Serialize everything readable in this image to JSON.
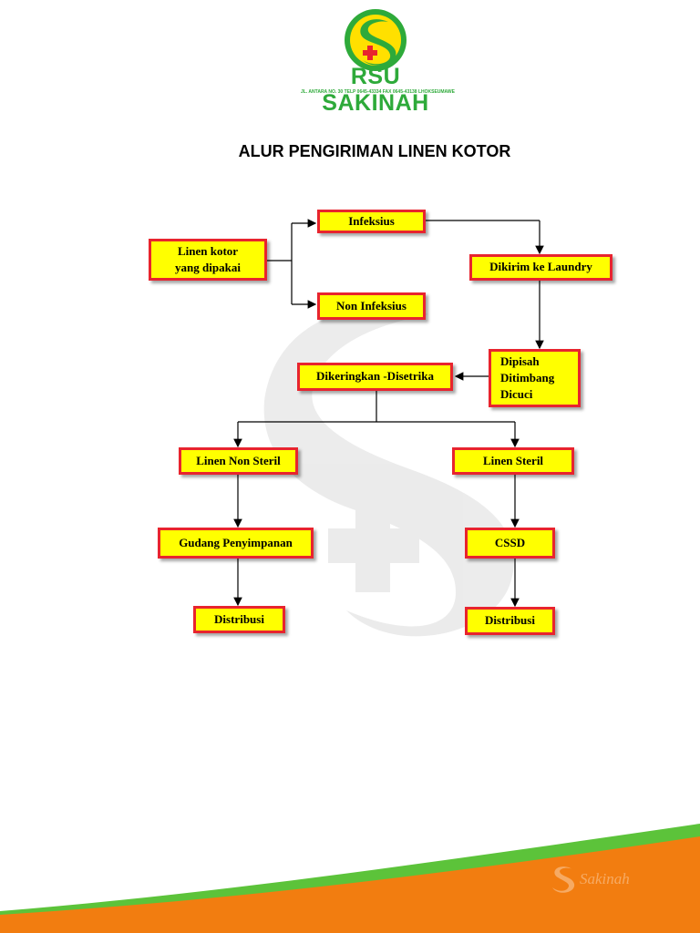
{
  "header": {
    "logo_name": "RSU SAKINAH",
    "logo_address": "JL. ANTARA NO. 30 TELP 0645-43334 FAX 0645-43138 LHOKSEUMAWE"
  },
  "title": "ALUR PENGIRIMAN LINEN KOTOR",
  "nodes": {
    "linen_kotor": "Linen kotor\nyang dipakai",
    "infeksius": "Infeksius",
    "non_infeksius": "Non Infeksius",
    "dikirim": "Dikirim ke Laundry",
    "dipisah": "Dipisah\nDitimbang\nDicuci",
    "dikeringkan": "Dikeringkan -Disetrika",
    "linen_non_steril": "Linen Non Steril",
    "linen_steril": "Linen  Steril",
    "gudang": "Gudang Penyimpanan",
    "cssd": "CSSD",
    "distribusi_left": "Distribusi",
    "distribusi_right": "Distribusi"
  },
  "footer": {
    "watermark_text": "Sakinah"
  },
  "colors": {
    "box_fill": "#ffff00",
    "box_border": "#e8242e",
    "logo_green": "#2eaa3a",
    "footer_orange": "#f27d10",
    "footer_green": "#5cc33a"
  }
}
